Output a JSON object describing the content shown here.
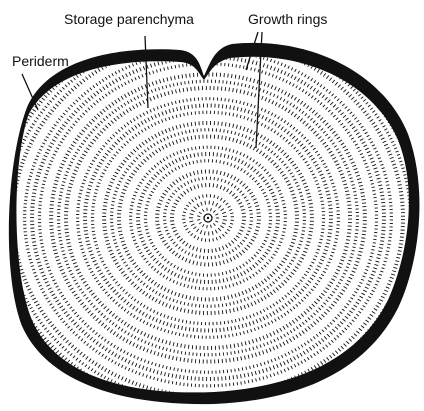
{
  "labels": {
    "storage": "Storage parenchyma",
    "growth": "Growth rings",
    "periderm": "Periderm"
  },
  "colors": {
    "ink": "#111111",
    "background": "#ffffff"
  }
}
